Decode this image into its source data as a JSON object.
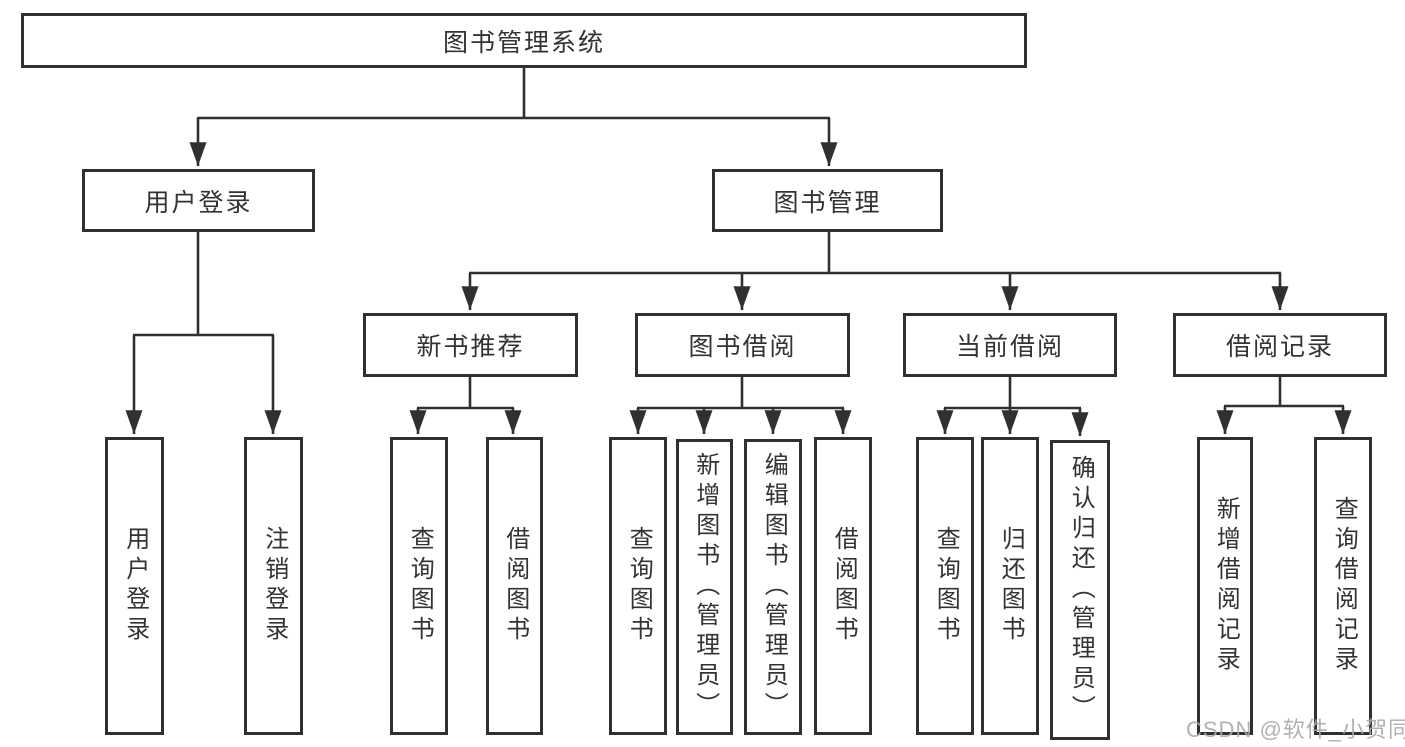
{
  "diagram": {
    "title": "图书管理系统",
    "branches": [
      {
        "label": "用户登录",
        "children": [
          "用户登录",
          "注销登录"
        ]
      },
      {
        "label": "图书管理",
        "groups": [
          {
            "label": "新书推荐",
            "children": [
              "查询图书",
              "借阅图书"
            ]
          },
          {
            "label": "图书借阅",
            "children": [
              "查询图书",
              "新增图书（管理员）",
              "编辑图书（管理员）",
              "借阅图书"
            ]
          },
          {
            "label": "当前借阅",
            "children": [
              "查询图书",
              "归还图书",
              "确认归还（管理员）"
            ]
          },
          {
            "label": "借阅记录",
            "children": [
              "新增借阅记录",
              "查询借阅记录"
            ]
          }
        ]
      }
    ],
    "colors": {
      "line": "#303030",
      "text": "#333333",
      "watermark": "#a9a9a9"
    },
    "watermark": "CSDN @软件_小贺同学"
  }
}
